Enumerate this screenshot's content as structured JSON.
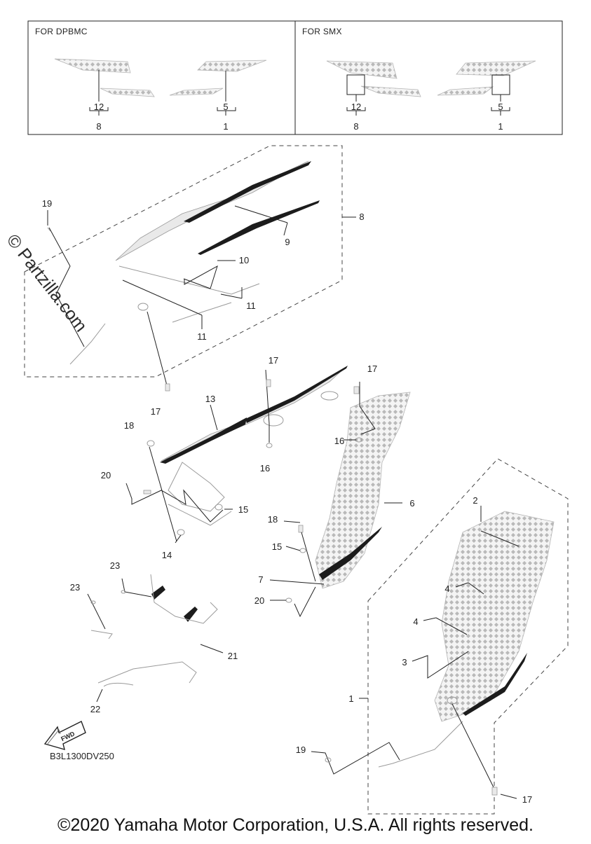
{
  "variants": [
    {
      "title": "FOR DPBMC",
      "left": {
        "top": "12",
        "bottom": "8"
      },
      "right": {
        "top": "5",
        "bottom": "1"
      }
    },
    {
      "title": "FOR SMX",
      "left": {
        "top": "12",
        "bottom": "8"
      },
      "right": {
        "top": "5",
        "bottom": "1"
      }
    }
  ],
  "callouts": {
    "c1": "1",
    "c2": "2",
    "c3": "3",
    "c4a": "4",
    "c4b": "4",
    "c6": "6",
    "c7": "7",
    "c8": "8",
    "c9": "9",
    "c10": "10",
    "c11a": "11",
    "c11b": "11",
    "c13": "13",
    "c14": "14",
    "c15a": "15",
    "c15b": "15",
    "c16a": "16",
    "c16b": "16",
    "c17a": "17",
    "c17b": "17",
    "c17c": "17",
    "c17d": "17",
    "c18a": "18",
    "c18b": "18",
    "c19a": "19",
    "c19b": "19",
    "c20a": "20",
    "c20b": "20",
    "c21": "21",
    "c22": "22",
    "c23a": "23",
    "c23b": "23"
  },
  "fwd_label": "FWD",
  "watermark": "© Partzilla.com",
  "diagram_code": "B3L1300DV250",
  "copyright": "©2020 Yamaha Motor Corporation, U.S.A. All rights reserved."
}
